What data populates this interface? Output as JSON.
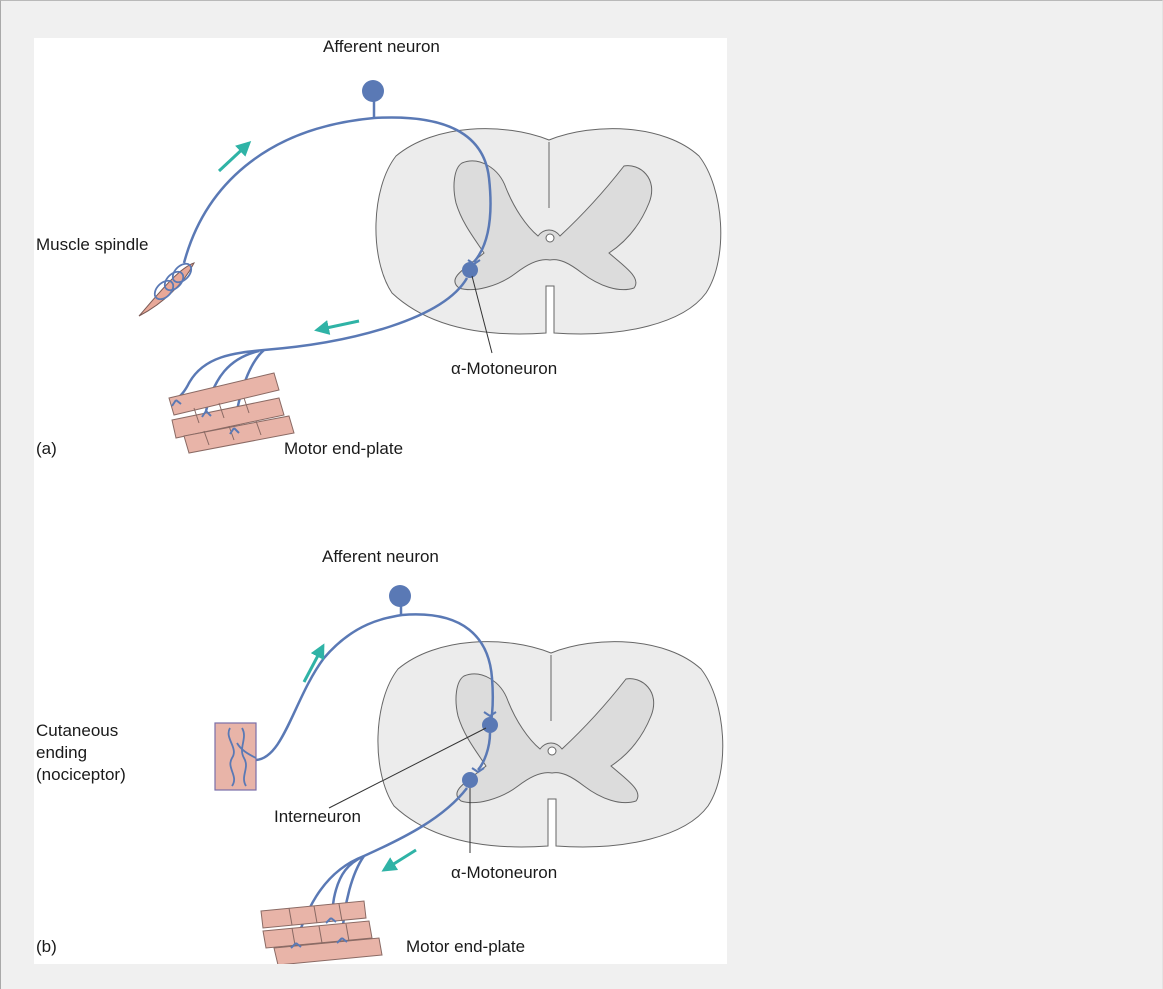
{
  "colors": {
    "page_background": "#f0f0f0",
    "figure_background": "#ffffff",
    "neuron": "#5a79b5",
    "arrow": "#2fb3a6",
    "muscle": "#e8b4a8",
    "cord_white_matter": "#ececec",
    "cord_grey_matter": "#dcdcdc"
  },
  "panel_a": {
    "panel_label": "(a)",
    "afferent_label": "Afferent neuron",
    "receptor_label": "Muscle spindle",
    "motoneuron_label": "α-Motoneuron",
    "endplate_label": "Motor end-plate"
  },
  "panel_b": {
    "panel_label": "(b)",
    "afferent_label": "Afferent neuron",
    "receptor_label_lines": [
      "Cutaneous",
      "ending",
      "(nociceptor)"
    ],
    "interneuron_label": "Interneuron",
    "motoneuron_label": "α-Motoneuron",
    "endplate_label": "Motor end-plate"
  }
}
